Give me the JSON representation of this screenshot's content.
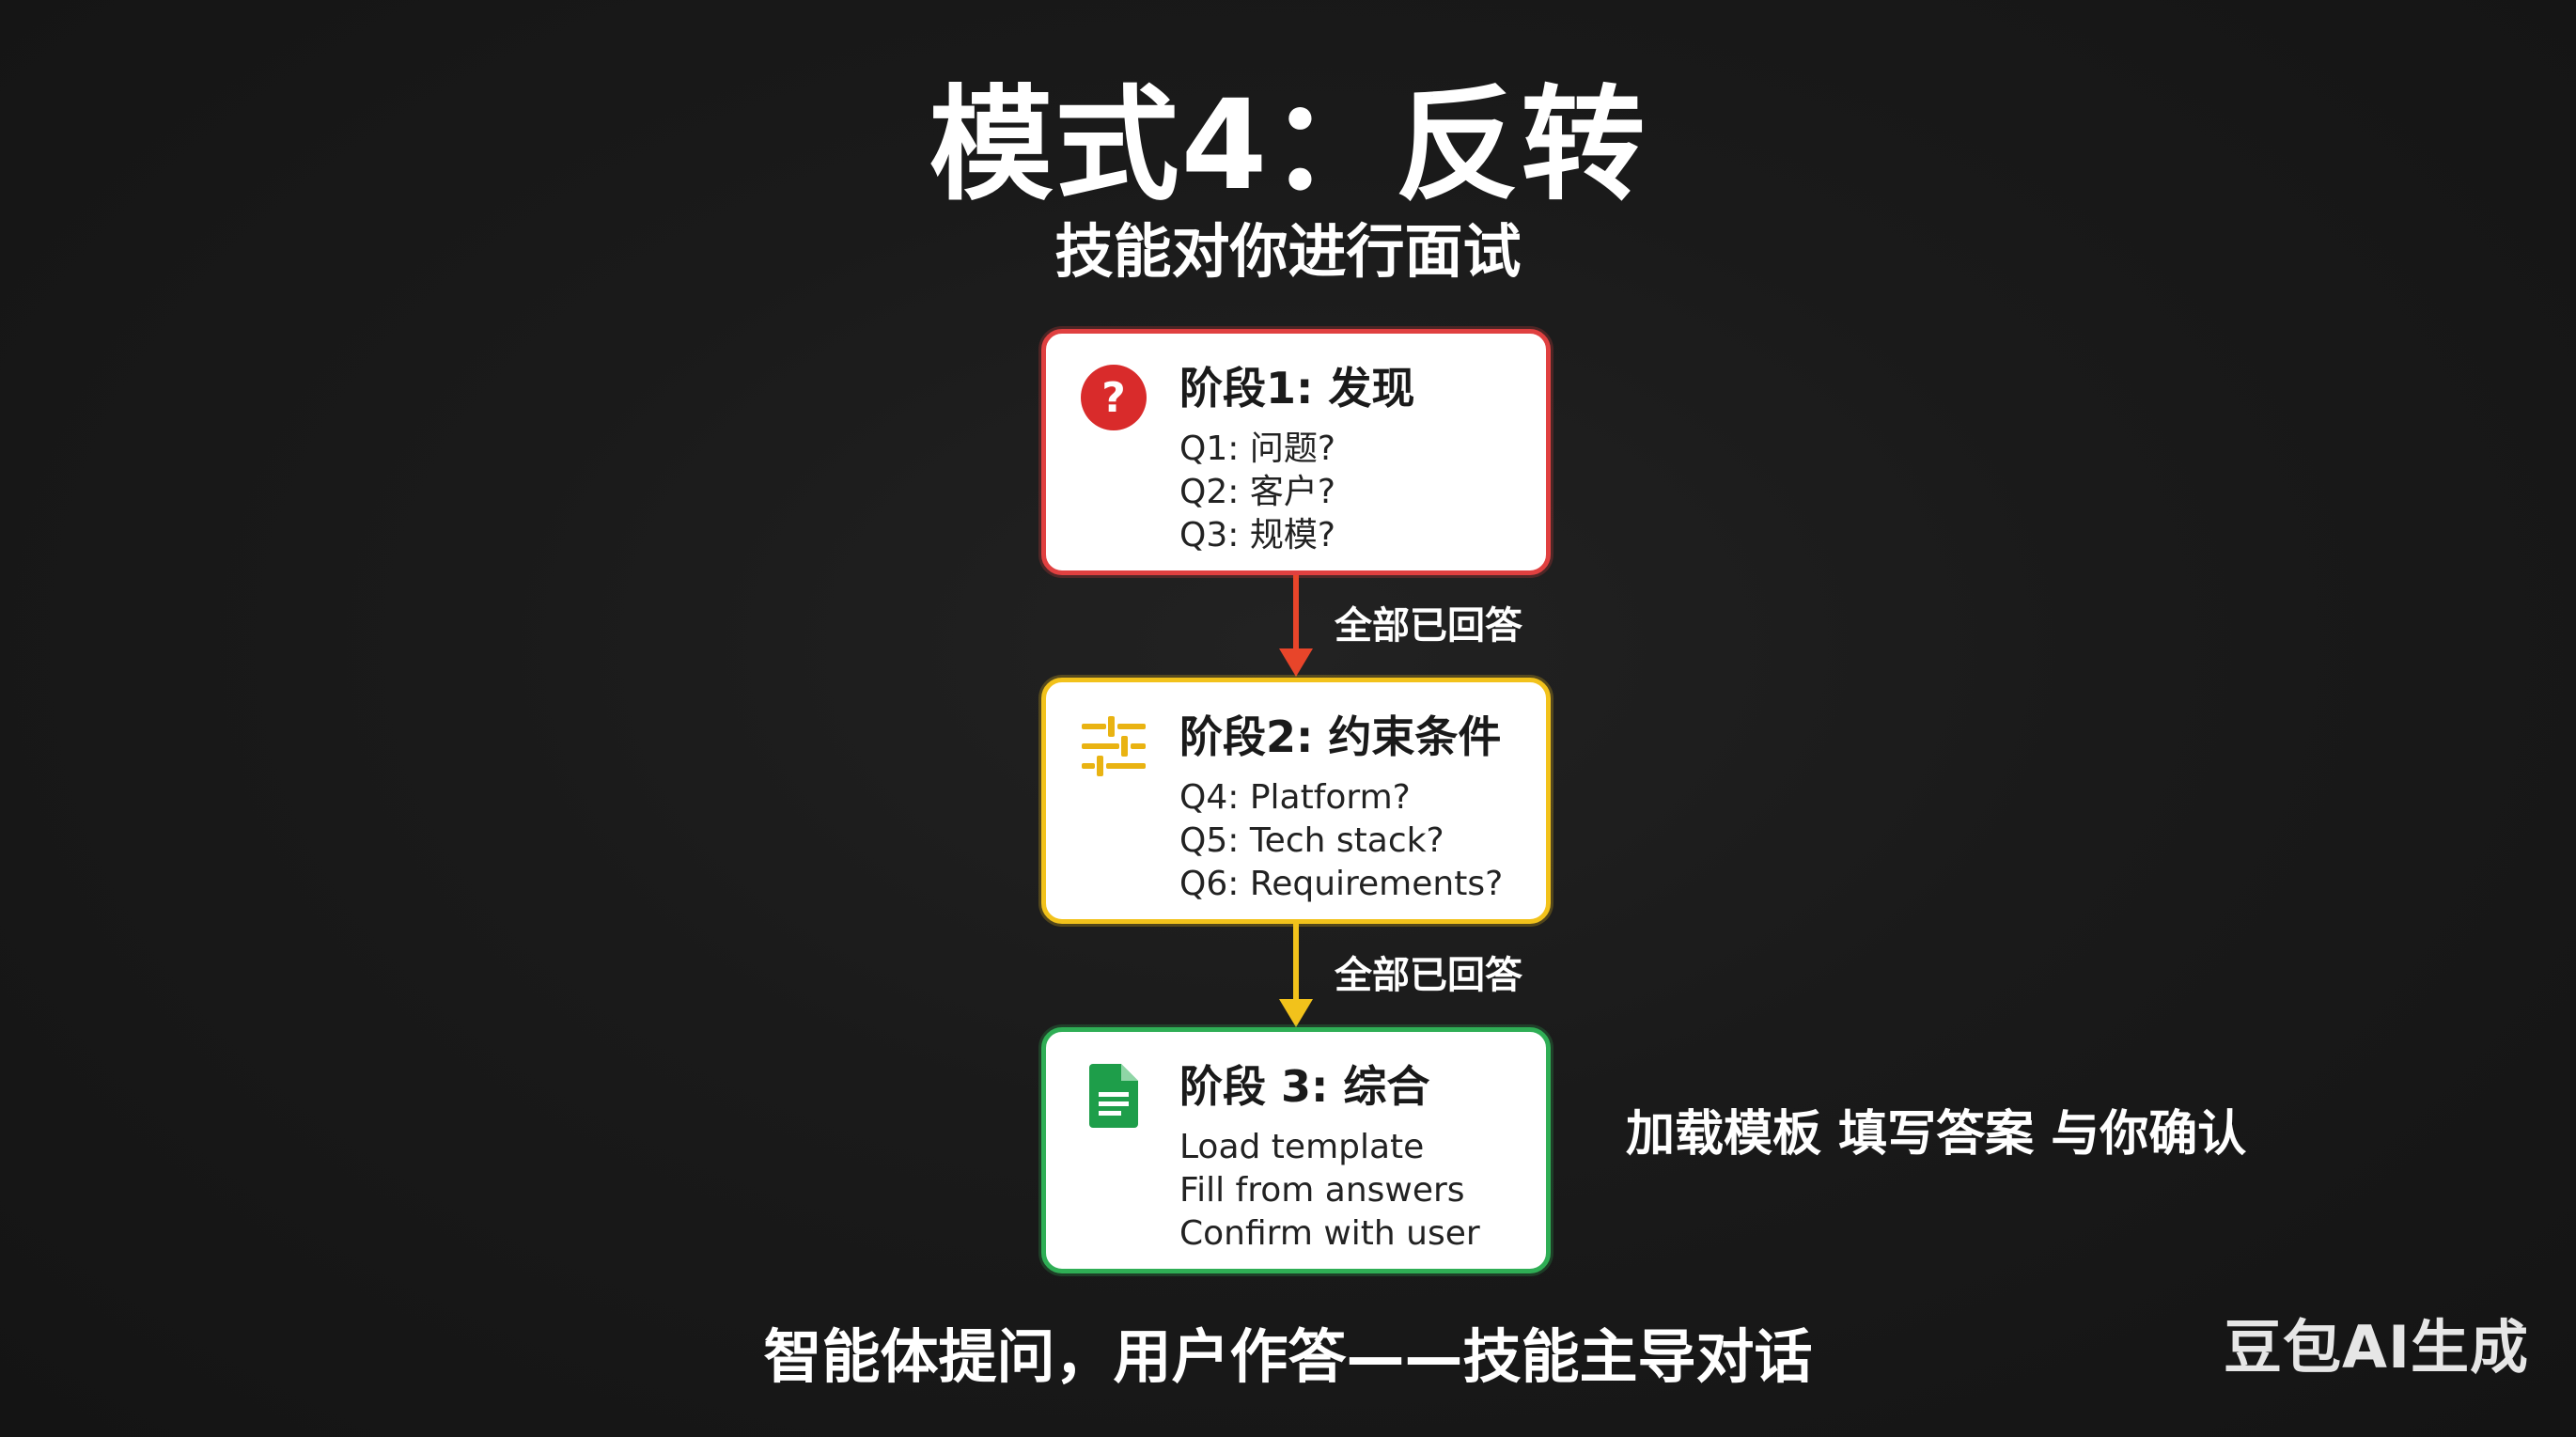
{
  "title": "模式4：反转",
  "subtitle": "技能对你进行面试",
  "stages": [
    {
      "heading": "阶段1: 发现",
      "icon": "question-circle-icon",
      "color": "#e04040",
      "items": [
        "Q1: 问题?",
        "Q2: 客户?",
        "Q3: 规模?"
      ]
    },
    {
      "heading": "阶段2: 约束条件",
      "icon": "sliders-icon",
      "color": "#f2c21b",
      "items": [
        "Q4: Platform?",
        "Q5: Tech stack?",
        "Q6: Requirements?"
      ]
    },
    {
      "heading": "阶段 3: 综合",
      "icon": "document-icon",
      "color": "#2fae55",
      "items": [
        "Load template",
        "Fill from answers",
        "Confirm with user"
      ]
    }
  ],
  "connectors": [
    {
      "label": "全部已回答",
      "color": "#e8452a"
    },
    {
      "label": "全部已回答",
      "color": "#f2c21b"
    }
  ],
  "side_note": "加载模板 填写答案 与你确认",
  "caption": "智能体提问，用户作答——技能主导对话",
  "watermark": "豆包AI生成"
}
